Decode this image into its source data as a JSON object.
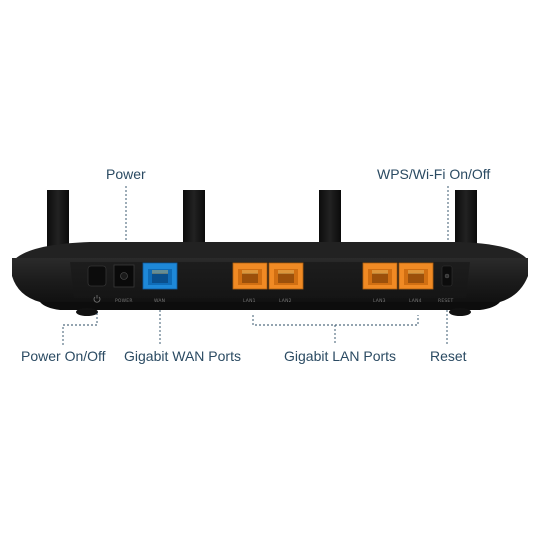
{
  "callouts": {
    "power": "Power",
    "wps_wifi": "WPS/Wi-Fi On/Off",
    "power_on_off": "Power On/Off",
    "gigabit_wan": "Gigabit WAN Ports",
    "gigabit_lan": "Gigabit LAN Ports",
    "reset": "Reset"
  },
  "ports": {
    "power_label": "POWER",
    "wan_label": "WAN",
    "lan1": "LAN1",
    "lan2": "LAN2",
    "lan3": "LAN3",
    "lan4": "LAN4",
    "reset_label": "RESET"
  },
  "colors": {
    "callout_text": "#2a4a62",
    "callout_line": "#2a4a62",
    "router_body": "#1a1a1a",
    "wan_port": "#1e88d8",
    "lan_port": "#f08a24"
  },
  "icons": {
    "power_symbol": "power-icon"
  }
}
